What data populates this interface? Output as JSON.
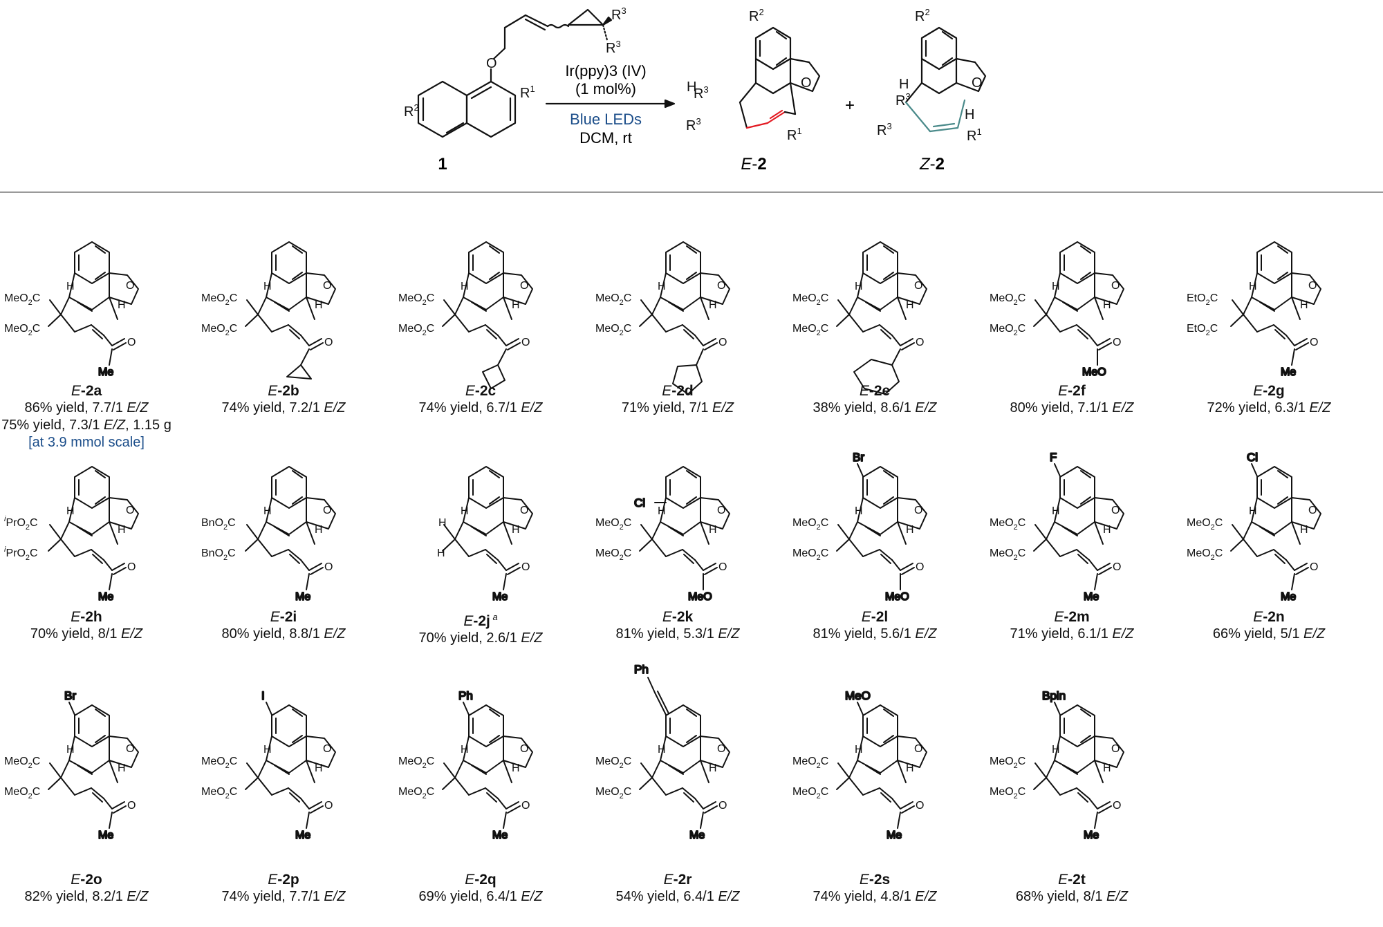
{
  "scheme": {
    "catalyst": "Ir(ppy)3 (IV)",
    "catalyst_loading": "(1 mol%)",
    "light": "Blue LEDs",
    "conditions": "DCM, rt",
    "plus": "+",
    "substrate_label": "1",
    "product_e_label": "E-2",
    "product_z_label": "Z-2",
    "r_groups": [
      "R1",
      "R2",
      "R3"
    ],
    "colors": {
      "e_alkene": "#e31b23",
      "z_alkene": "#4a8a8a",
      "blue_text": "#1c4e8a",
      "rule": "#9a9a9a"
    }
  },
  "compounds": [
    {
      "id": "2a",
      "label": "E-2a",
      "yield": "86% yield, 7.7/1 E/Z",
      "extra": "75% yield, 7.3/1 E/Z, 1.15 g",
      "scale": "[at 3.9 mmol scale]",
      "ester": "MeO2C",
      "ketone": "Me",
      "aryl": ""
    },
    {
      "id": "2b",
      "label": "E-2b",
      "yield": "74% yield, 7.2/1 E/Z",
      "ester": "MeO2C",
      "ketone": "cyclopropyl",
      "aryl": ""
    },
    {
      "id": "2c",
      "label": "E-2c",
      "yield": "74% yield, 6.7/1 E/Z",
      "ester": "MeO2C",
      "ketone": "cyclobutyl",
      "aryl": ""
    },
    {
      "id": "2d",
      "label": "E-2d",
      "yield": "71% yield, 7/1 E/Z",
      "ester": "MeO2C",
      "ketone": "cyclopentyl",
      "aryl": ""
    },
    {
      "id": "2e",
      "label": "E-2e",
      "yield": "38% yield, 8.6/1 E/Z",
      "ester": "MeO2C",
      "ketone": "cyclohexyl",
      "aryl": ""
    },
    {
      "id": "2f",
      "label": "E-2f",
      "yield": "80% yield, 7.1/1 E/Z",
      "ester": "MeO2C",
      "ketone": "MeO",
      "aryl": ""
    },
    {
      "id": "2g",
      "label": "E-2g",
      "yield": "72% yield, 6.3/1 E/Z",
      "ester": "EtO2C",
      "ketone": "Me",
      "aryl": ""
    },
    {
      "id": "2h",
      "label": "E-2h",
      "yield": "70% yield, 8/1 E/Z",
      "ester": "iPrO2C",
      "ketone": "Me",
      "aryl": ""
    },
    {
      "id": "2i",
      "label": "E-2i",
      "yield": "80% yield, 8.8/1 E/Z",
      "ester": "BnO2C",
      "ketone": "Me",
      "aryl": ""
    },
    {
      "id": "2j",
      "label": "E-2j",
      "note": "a",
      "yield": "70% yield, 2.6/1 E/Z",
      "ester": "H",
      "ketone": "Me",
      "aryl": ""
    },
    {
      "id": "2k",
      "label": "E-2k",
      "yield": "81% yield, 5.3/1 E/Z",
      "ester": "MeO2C",
      "ketone": "MeO",
      "aryl": "Cl",
      "aryl_pos": "peri"
    },
    {
      "id": "2l",
      "label": "E-2l",
      "yield": "81% yield, 5.6/1 E/Z",
      "ester": "MeO2C",
      "ketone": "MeO",
      "aryl": "Br",
      "aryl_pos": "top"
    },
    {
      "id": "2m",
      "label": "E-2m",
      "yield": "71% yield, 6.1/1 E/Z",
      "ester": "MeO2C",
      "ketone": "Me",
      "aryl": "F",
      "aryl_pos": "top"
    },
    {
      "id": "2n",
      "label": "E-2n",
      "yield": "66% yield, 5/1 E/Z",
      "ester": "MeO2C",
      "ketone": "Me",
      "aryl": "Cl",
      "aryl_pos": "top"
    },
    {
      "id": "2o",
      "label": "E-2o",
      "yield": "82% yield, 8.2/1 E/Z",
      "ester": "MeO2C",
      "ketone": "Me",
      "aryl": "Br",
      "aryl_pos": "top"
    },
    {
      "id": "2p",
      "label": "E-2p",
      "yield": "74% yield, 7.7/1 E/Z",
      "ester": "MeO2C",
      "ketone": "Me",
      "aryl": "I",
      "aryl_pos": "top"
    },
    {
      "id": "2q",
      "label": "E-2q",
      "yield": "69% yield, 6.4/1 E/Z",
      "ester": "MeO2C",
      "ketone": "Me",
      "aryl": "Ph",
      "aryl_pos": "top"
    },
    {
      "id": "2r",
      "label": "E-2r",
      "yield": "54% yield, 6.4/1 E/Z",
      "ester": "MeO2C",
      "ketone": "Me",
      "aryl": "Ph",
      "aryl_pos": "alkyne"
    },
    {
      "id": "2s",
      "label": "E-2s",
      "yield": "74% yield, 4.8/1 E/Z",
      "ester": "MeO2C",
      "ketone": "Me",
      "aryl": "MeO",
      "aryl_pos": "top"
    },
    {
      "id": "2t",
      "label": "E-2t",
      "yield": "68% yield, 8/1 E/Z",
      "ester": "MeO2C",
      "ketone": "Me",
      "aryl": "Bpin",
      "aryl_pos": "top"
    }
  ]
}
